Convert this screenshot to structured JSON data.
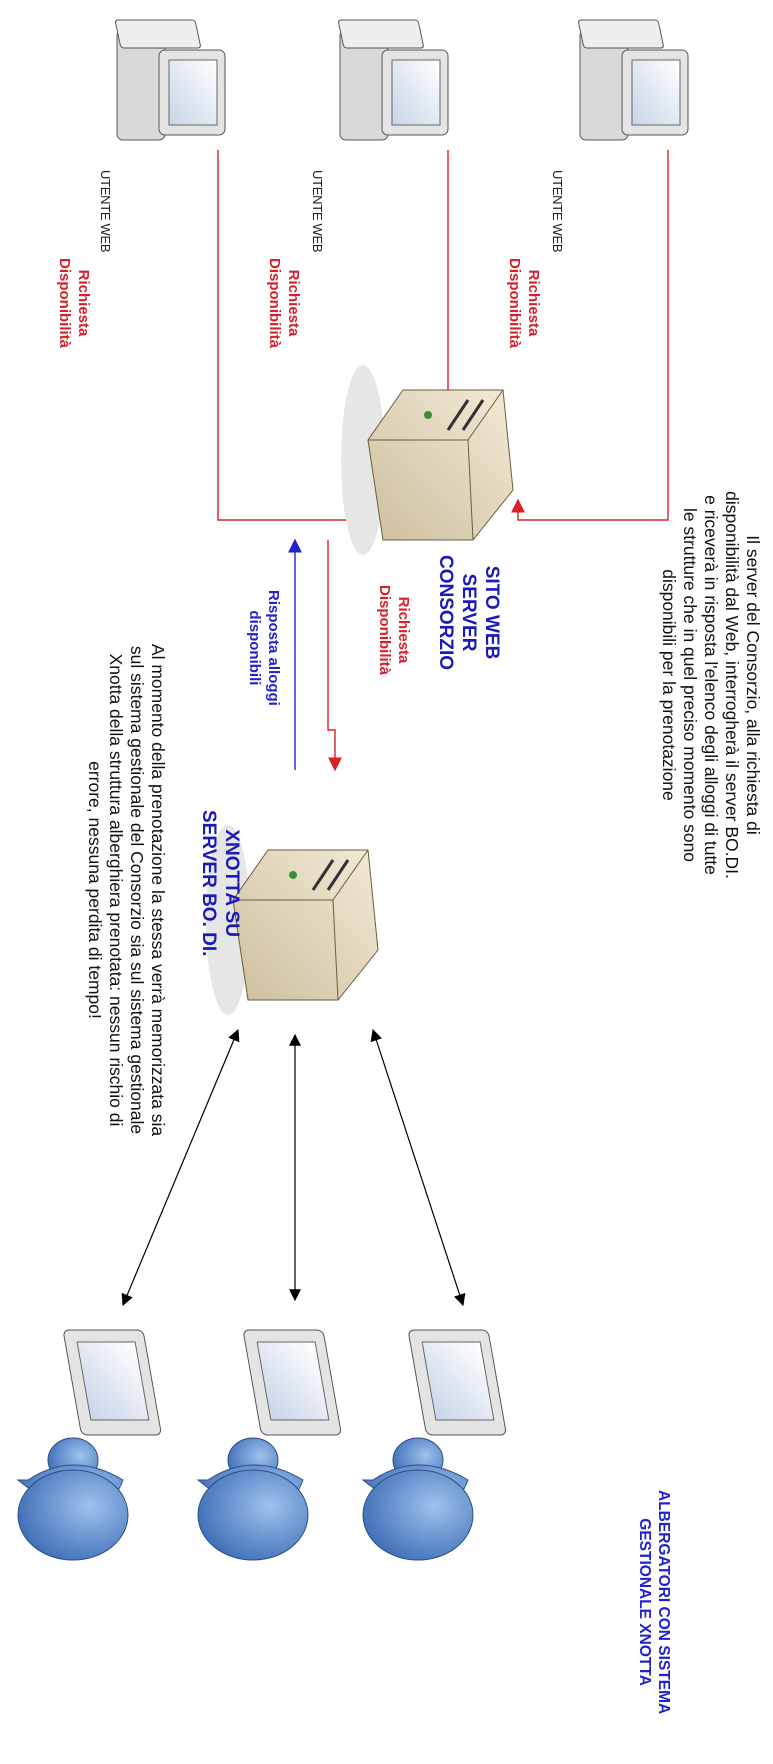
{
  "clients": [
    {
      "label": "UTENTE WEB",
      "request_label": "Richiesta\nDisponibilità"
    },
    {
      "label": "UTENTE WEB",
      "request_label": "Richiesta\nDisponibilità"
    },
    {
      "label": "UTENTE WEB",
      "request_label": "Richiesta\nDisponibilità"
    }
  ],
  "consortium_server": {
    "label": "SITO WEB\nSERVER\nCONSORZIO"
  },
  "xnotta_server": {
    "label": "XNOTTA SU\nSERVER BO. DI."
  },
  "server_request_label": "Richiesta\nDisponibilità",
  "server_response_label": "Risposta alloggi\ndisponibili",
  "top_description": "Il server del Consorzio, alla richiesta di disponibilità dal Web, interrogherà il server BO.DI. e riceverà in risposta l'elenco degli alloggi di tutte le strutture che in quel preciso momento sono disponibili per la prenotazione",
  "booking_description": "Al momento della prenotazione la stessa verrà memorizzata sia sul sistema gestionale del Consorzio sia sul sistema gestionale Xnotta della struttura alberghiera prenotata: nessun rischio di errore, nessuna perdita di tempo!",
  "hoteliers_label": "ALBERGATORI CON SISTEMA\nGESTIONALE XNOTTA",
  "colors": {
    "request": "#d8202a",
    "response": "#2222cc",
    "link": "#000000",
    "title": "#1a1ab8"
  }
}
